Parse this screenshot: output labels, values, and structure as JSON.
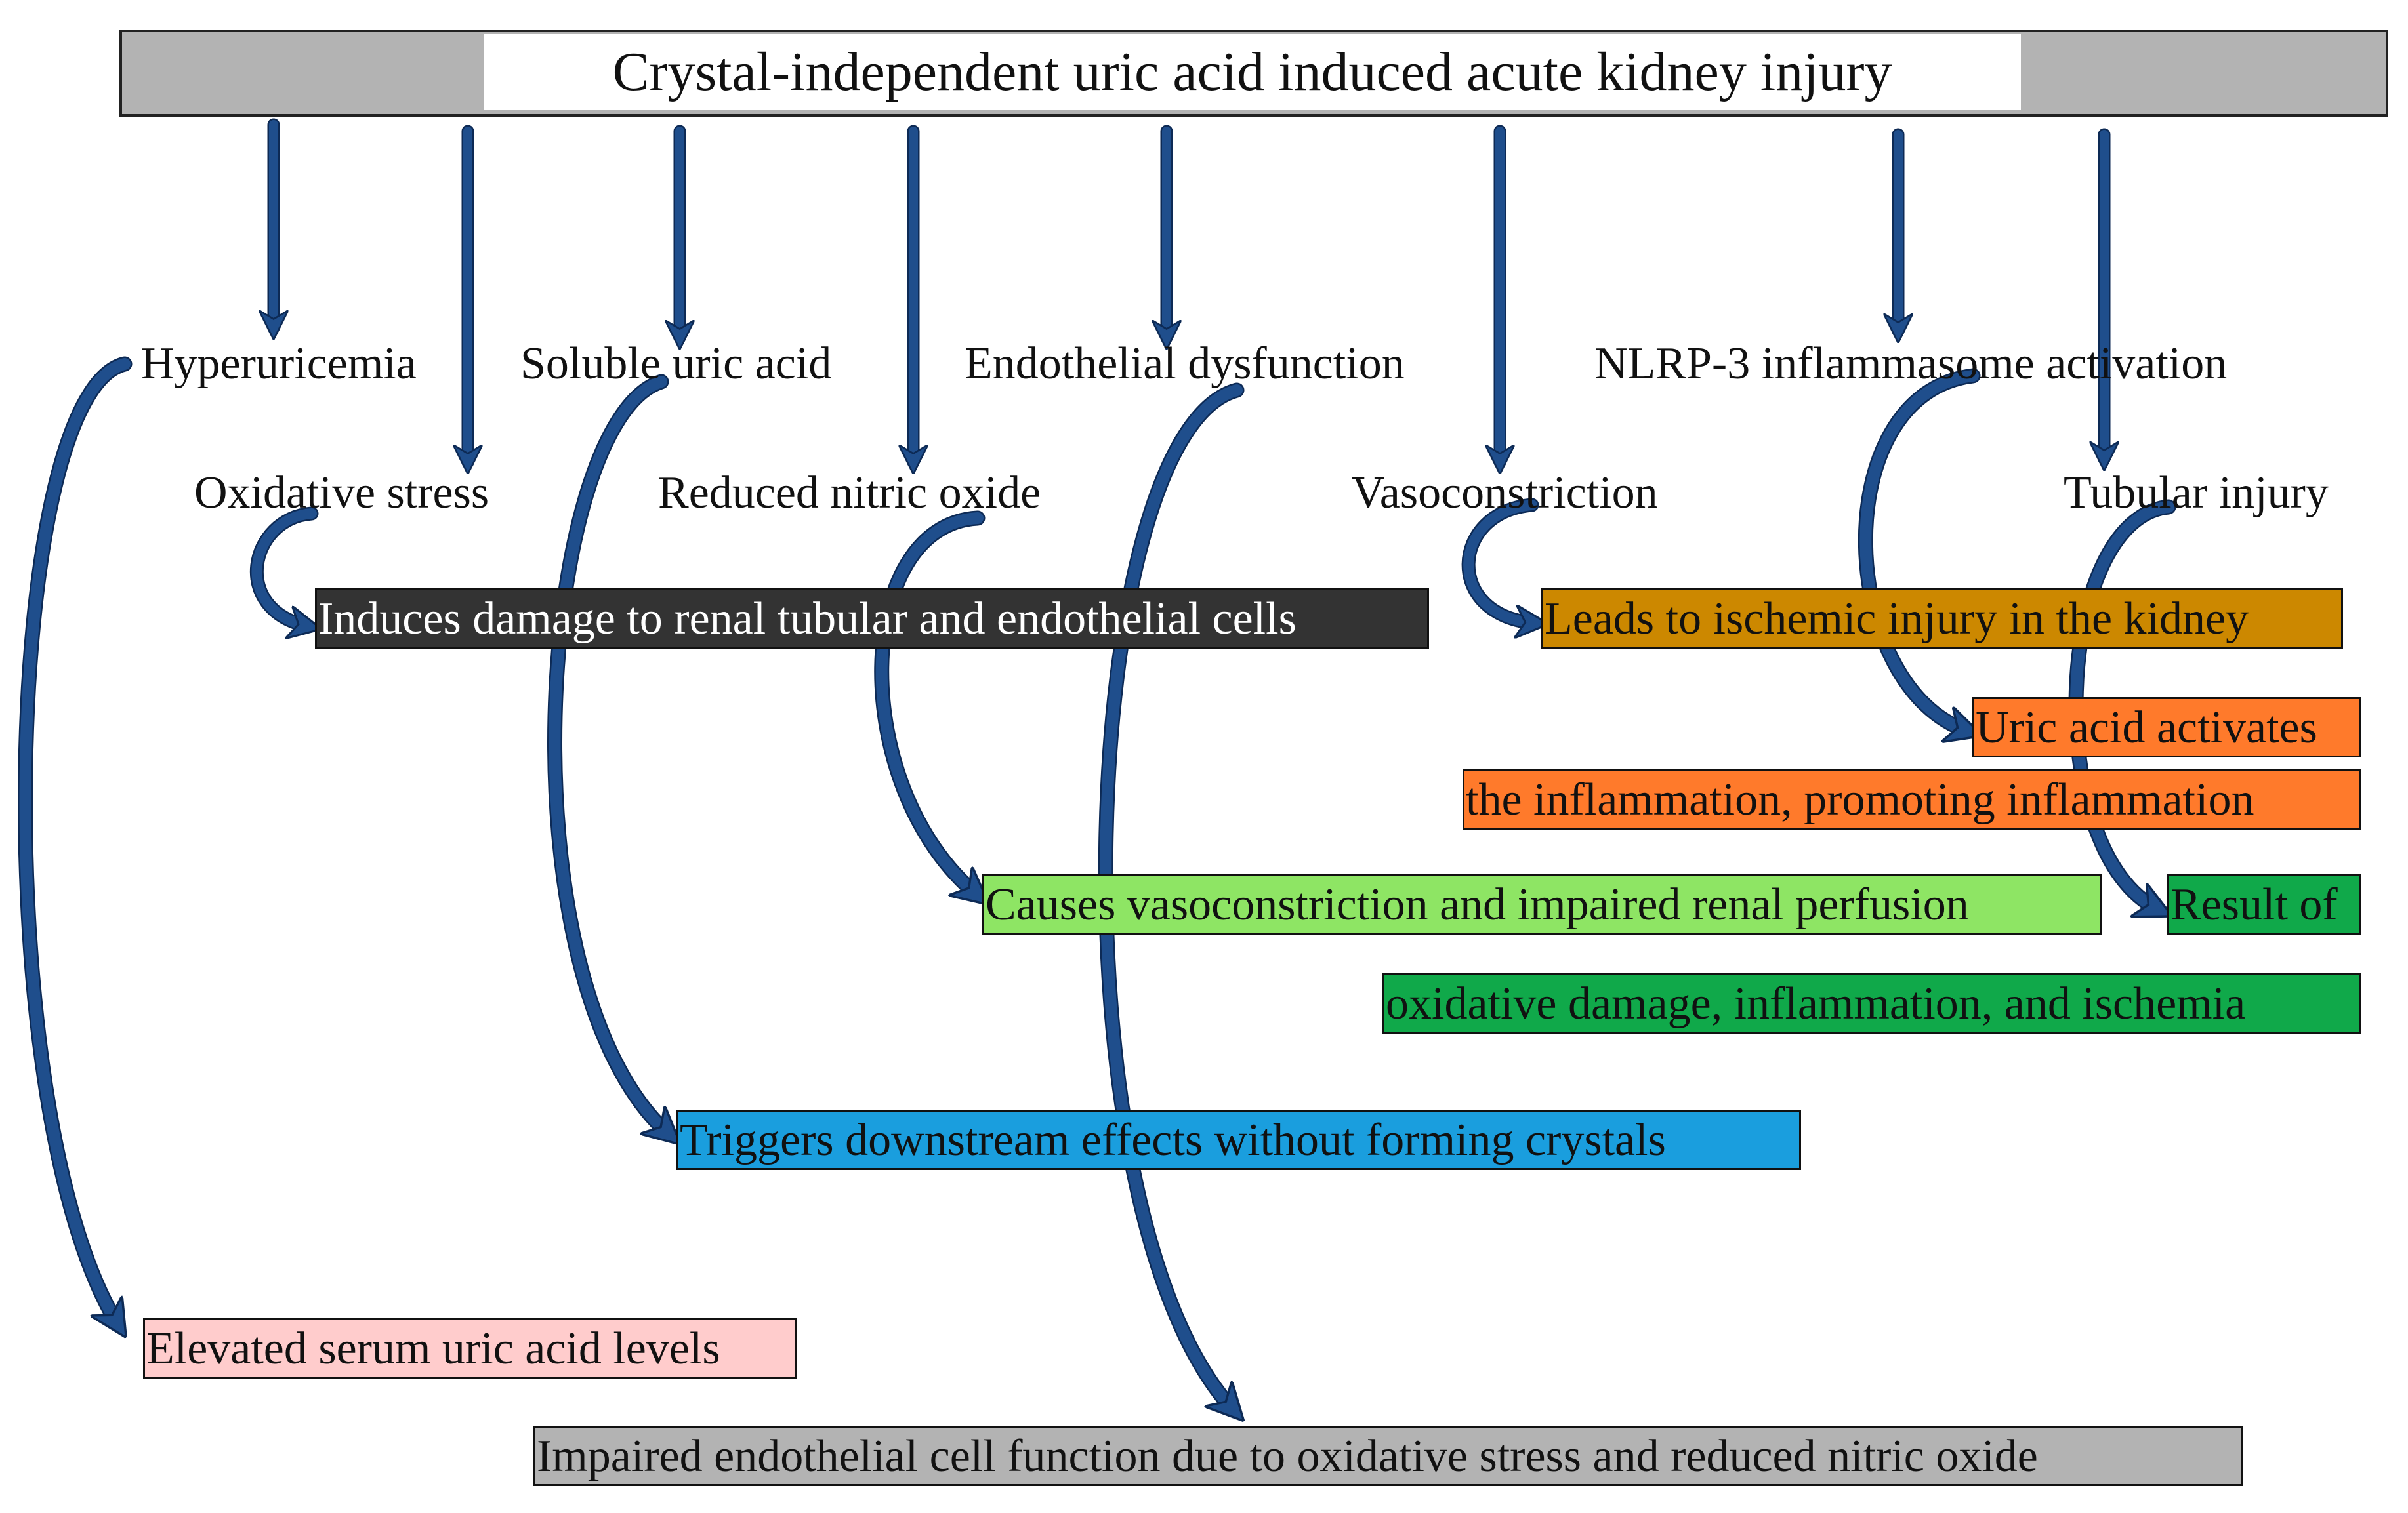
{
  "title": "Crystal-independent uric acid induced acute kidney injury",
  "colors": {
    "title_bar": "#b3b3b3",
    "arrow": "#1f4e8c",
    "damage_box": "#333333",
    "ischemic_box": "#cc8800",
    "inflammation_box": "#ff7a2b",
    "perfusion_box": "#8ee564",
    "tubular_box": "#10a94a",
    "crystals_box": "#1a9ede",
    "serum_box": "#ffcccc",
    "endothelial_box": "#b3b3b3"
  },
  "factors": {
    "hyperuricemia": "Hyperuricemia",
    "soluble_uric_acid": "Soluble uric acid",
    "endothelial_dysfunction": "Endothelial dysfunction",
    "nlrp3": "NLRP-3 inflammasome activation",
    "oxidative_stress": "Oxidative stress",
    "reduced_nitric_oxide": "Reduced nitric oxide",
    "vasoconstriction": "Vasoconstriction",
    "tubular_injury": "Tubular injury"
  },
  "effects": {
    "damage": "Induces damage to renal tubular and endothelial cells",
    "ischemic": "Leads to ischemic injury in the kidney",
    "inflammation_line1": "Uric acid activates",
    "inflammation_line2": "the inflammation, promoting inflammation",
    "perfusion": "Causes vasoconstriction and impaired renal perfusion",
    "tubular_line1": "Result of",
    "tubular_line2": "oxidative damage, inflammation, and ischemia",
    "crystals": "Triggers downstream effects without forming crystals",
    "serum": "Elevated serum uric acid levels",
    "endothelial": "Impaired endothelial cell function due to oxidative stress and reduced nitric oxide"
  }
}
